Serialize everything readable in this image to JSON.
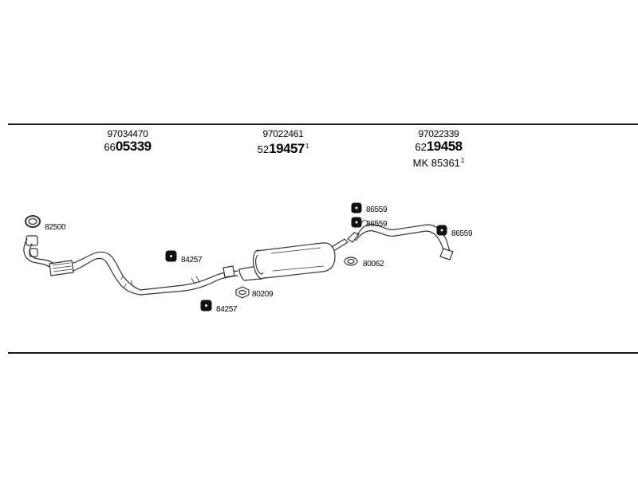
{
  "columns": [
    {
      "oe_number": "97034470",
      "part_prefix": "66",
      "part_main": "05339",
      "part_suffix": ""
    },
    {
      "oe_number": "97022461",
      "part_prefix": "52",
      "part_main": "19457",
      "part_suffix": "1"
    },
    {
      "oe_number": "97022339",
      "part_prefix": "62",
      "part_main": "19458",
      "part_suffix": "",
      "extra_prefix": "MK",
      "extra_number": "85361",
      "extra_suffix": "1"
    }
  ],
  "callouts": {
    "gasket_front": "82500",
    "hanger_left": "84257",
    "gasket_mid": "80209",
    "hanger_low": "84257",
    "hanger_rear_top": "86559",
    "hanger_rear_second": "86559",
    "gasket_rear": "80062",
    "hanger_tail": "86559"
  }
}
